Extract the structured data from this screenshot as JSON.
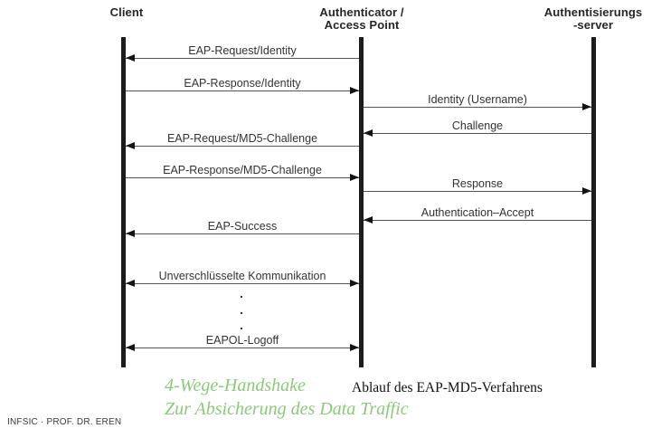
{
  "diagram": {
    "actors": [
      {
        "id": "client",
        "label_line1": "Client",
        "label_line2": ""
      },
      {
        "id": "authenticator",
        "label_line1": "Authenticator /",
        "label_line2": "Access Point"
      },
      {
        "id": "auth-server",
        "label_line1": "Authentisierungs",
        "label_line2": "-server"
      }
    ],
    "messages": [
      {
        "label": "EAP-Request/Identity",
        "from": "authenticator",
        "to": "client",
        "direction": "left"
      },
      {
        "label": "EAP-Response/Identity",
        "from": "client",
        "to": "authenticator",
        "direction": "right"
      },
      {
        "label": "Identity (Username)",
        "from": "authenticator",
        "to": "auth-server",
        "direction": "right"
      },
      {
        "label": "Challenge",
        "from": "auth-server",
        "to": "authenticator",
        "direction": "left"
      },
      {
        "label": "EAP-Request/MD5-Challenge",
        "from": "authenticator",
        "to": "client",
        "direction": "left"
      },
      {
        "label": "EAP-Response/MD5-Challenge",
        "from": "client",
        "to": "authenticator",
        "direction": "right"
      },
      {
        "label": "Response",
        "from": "authenticator",
        "to": "auth-server",
        "direction": "right"
      },
      {
        "label": "Authentication–Accept",
        "from": "auth-server",
        "to": "authenticator",
        "direction": "left"
      },
      {
        "label": "EAP-Success",
        "from": "authenticator",
        "to": "client",
        "direction": "left"
      },
      {
        "label": "Unverschlüsselte Kommunikation",
        "from": "client",
        "to": "authenticator",
        "direction": "both"
      },
      {
        "label": "EAPOL-Logoff",
        "from": "client",
        "to": "authenticator",
        "direction": "both"
      }
    ],
    "ellipsis_between": "client-authenticator"
  },
  "captions": {
    "handshake_line1": "4-Wege-Handshake",
    "handshake_line2": "Zur Absicherung des Data Traffic",
    "figure_caption": "Ablauf des EAP-MD5-Verfahrens"
  },
  "footer": {
    "text": "INFSIC · PROF. DR. EREN"
  },
  "colors": {
    "accent_green": "#8cc97a",
    "line": "#555555",
    "arrowhead": "#141414"
  }
}
